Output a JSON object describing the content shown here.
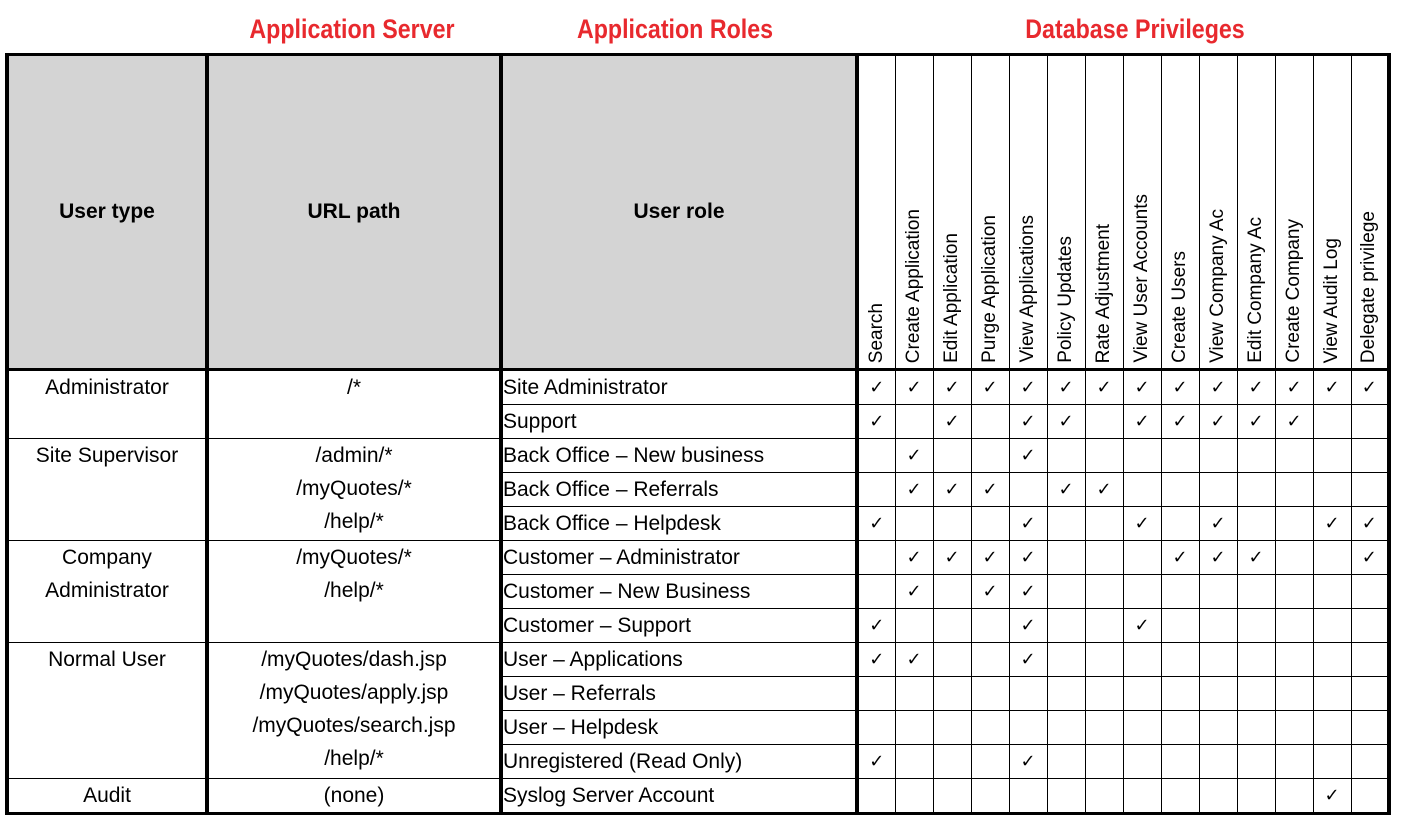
{
  "section_titles": {
    "application_server": "Application Server",
    "application_roles": "Application Roles",
    "database_privileges": "Database Privileges"
  },
  "columns": {
    "user_type": "User type",
    "url_path": "URL path",
    "user_role": "User role"
  },
  "privileges": [
    "Search",
    "Create Application",
    "Edit Application",
    "Purge Application",
    "View Applications",
    "Policy Updates",
    "Rate Adjustment",
    "View User Accounts",
    "Create Users",
    "View Company Ac",
    "Edit Company Ac",
    "Create Company",
    "View Audit Log",
    "Delegate privilege"
  ],
  "check_mark": "✓",
  "groups": [
    {
      "user_type": [
        "Administrator"
      ],
      "url_paths": [
        "/*"
      ],
      "roles": [
        {
          "name": "Site Administrator",
          "checks": [
            1,
            1,
            1,
            1,
            1,
            1,
            1,
            1,
            1,
            1,
            1,
            1,
            1,
            1
          ]
        },
        {
          "name": "Support",
          "checks": [
            1,
            0,
            1,
            0,
            1,
            1,
            0,
            1,
            1,
            1,
            1,
            1,
            0,
            0
          ]
        }
      ]
    },
    {
      "user_type": [
        "Site Supervisor"
      ],
      "url_paths": [
        "/admin/*",
        "/myQuotes/*",
        "/help/*"
      ],
      "roles": [
        {
          "name": "Back Office – New business",
          "checks": [
            0,
            1,
            0,
            0,
            1,
            0,
            0,
            0,
            0,
            0,
            0,
            0,
            0,
            0
          ]
        },
        {
          "name": "Back Office – Referrals",
          "checks": [
            0,
            1,
            1,
            1,
            0,
            1,
            1,
            0,
            0,
            0,
            0,
            0,
            0,
            0
          ]
        },
        {
          "name": "Back Office – Helpdesk",
          "checks": [
            1,
            0,
            0,
            0,
            1,
            0,
            0,
            1,
            0,
            1,
            0,
            0,
            1,
            1
          ]
        }
      ]
    },
    {
      "user_type": [
        "Company",
        "Administrator"
      ],
      "url_paths": [
        "/myQuotes/*",
        "/help/*"
      ],
      "roles": [
        {
          "name": "Customer – Administrator",
          "checks": [
            0,
            1,
            1,
            1,
            1,
            0,
            0,
            0,
            1,
            1,
            1,
            0,
            0,
            1
          ]
        },
        {
          "name": "Customer – New Business",
          "checks": [
            0,
            1,
            0,
            1,
            1,
            0,
            0,
            0,
            0,
            0,
            0,
            0,
            0,
            0
          ]
        },
        {
          "name": "Customer – Support",
          "checks": [
            1,
            0,
            0,
            0,
            1,
            0,
            0,
            1,
            0,
            0,
            0,
            0,
            0,
            0
          ]
        }
      ]
    },
    {
      "user_type": [
        "Normal User"
      ],
      "url_paths": [
        "/myQuotes/dash.jsp",
        "/myQuotes/apply.jsp",
        "/myQuotes/search.jsp",
        "/help/*"
      ],
      "roles": [
        {
          "name": "User – Applications",
          "checks": [
            1,
            1,
            0,
            0,
            1,
            0,
            0,
            0,
            0,
            0,
            0,
            0,
            0,
            0
          ]
        },
        {
          "name": "User – Referrals",
          "checks": [
            0,
            0,
            0,
            0,
            0,
            0,
            0,
            0,
            0,
            0,
            0,
            0,
            0,
            0
          ]
        },
        {
          "name": "User – Helpdesk",
          "checks": [
            0,
            0,
            0,
            0,
            0,
            0,
            0,
            0,
            0,
            0,
            0,
            0,
            0,
            0
          ]
        },
        {
          "name": "Unregistered (Read Only)",
          "checks": [
            1,
            0,
            0,
            0,
            1,
            0,
            0,
            0,
            0,
            0,
            0,
            0,
            0,
            0
          ]
        }
      ]
    },
    {
      "user_type": [
        "Audit"
      ],
      "url_paths": [
        "(none)"
      ],
      "roles": [
        {
          "name": "Syslog Server Account",
          "checks": [
            0,
            0,
            0,
            0,
            0,
            0,
            0,
            0,
            0,
            0,
            0,
            0,
            1,
            0
          ]
        }
      ]
    }
  ]
}
